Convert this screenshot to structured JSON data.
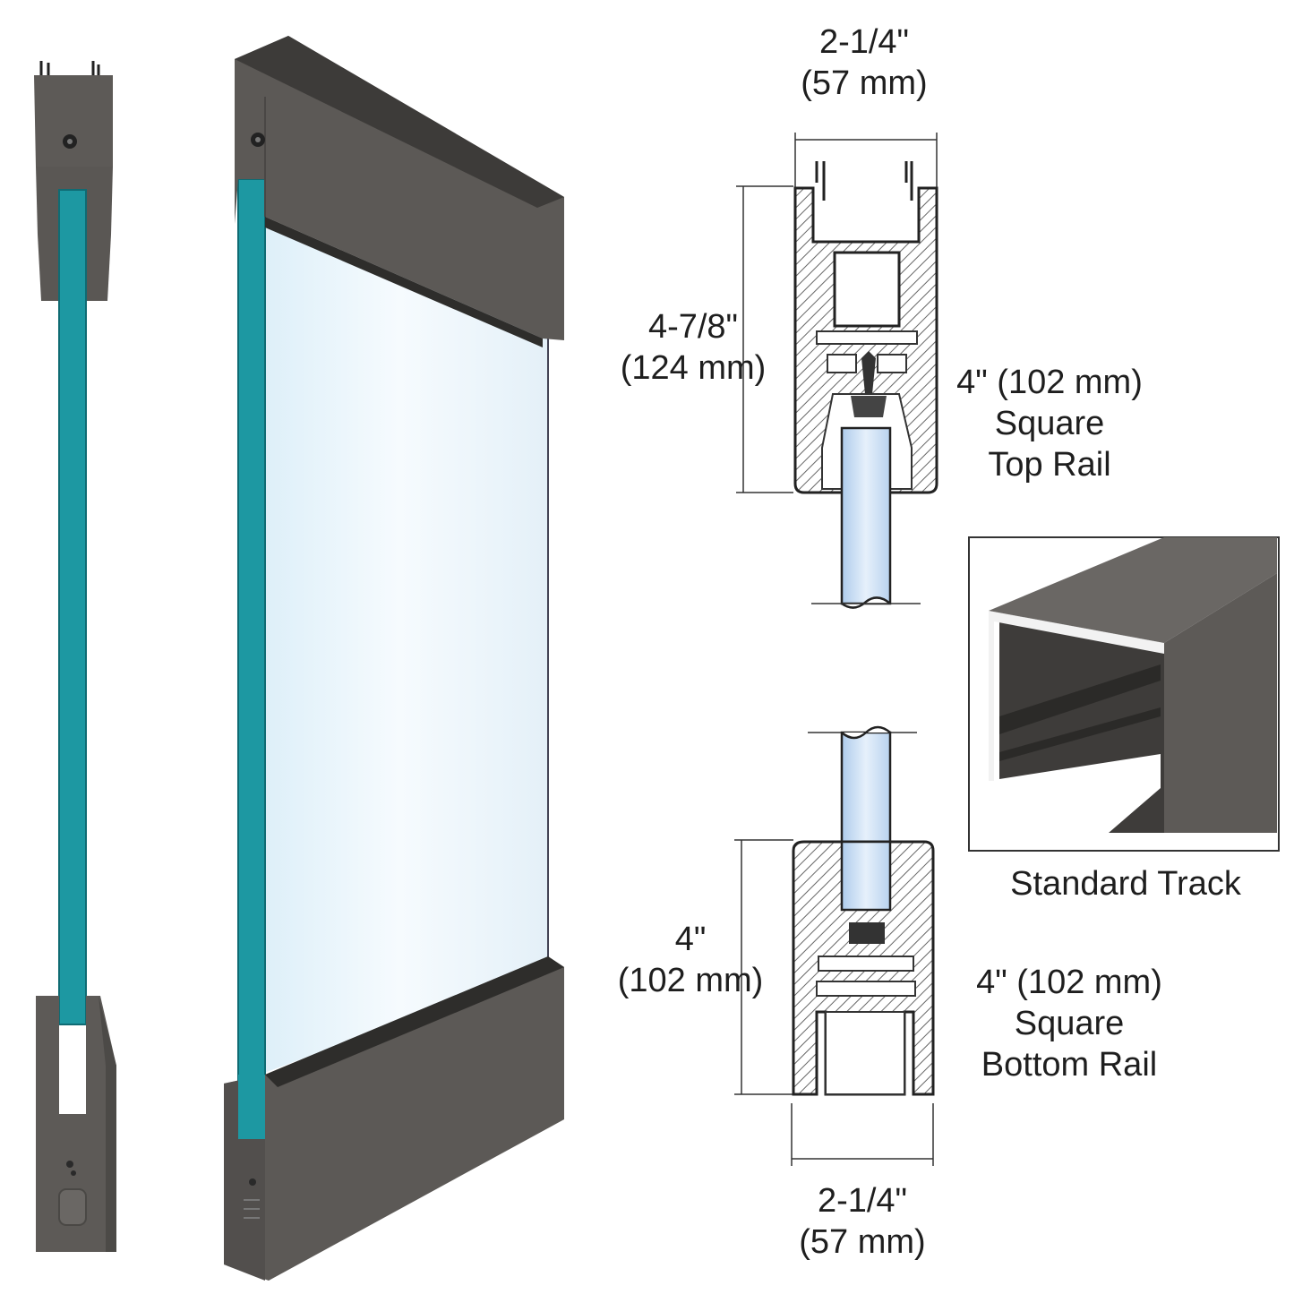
{
  "top_rail": {
    "width_imperial": "2-1/4\"",
    "width_metric": "(57 mm)",
    "height_imperial": "4-7/8\"",
    "height_metric": "(124 mm)",
    "name_line1": "4\" (102 mm)",
    "name_line2": "Square",
    "name_line3": "Top Rail"
  },
  "bottom_rail": {
    "height_imperial": "4\"",
    "height_metric": "(102 mm)",
    "name_line1": "4\" (102 mm)",
    "name_line2": "Square",
    "name_line3": "Bottom Rail",
    "width_imperial": "2-1/4\"",
    "width_metric": "(57 mm)"
  },
  "track": {
    "caption": "Standard Track"
  },
  "colors": {
    "metal": "#5e5b58",
    "glass_edge": "#1e9aa3",
    "glass": "#e9f4fb",
    "line": "#333333"
  }
}
